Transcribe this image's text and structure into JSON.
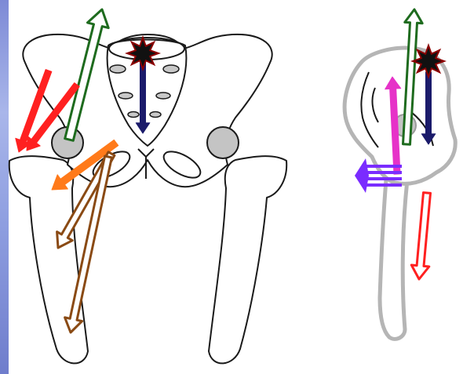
{
  "figure": {
    "colors": {
      "background": "#ffffff",
      "bone_outline": "#1a1a1a",
      "joint_fill": "#c4c4c4",
      "side_bone_outline": "#b5b5b5",
      "center_of_mass_star": "#8b0000",
      "edge_strip": "#8e9ee0"
    },
    "views": [
      {
        "id": "front",
        "description_icon": "pelvis-femur-front-view"
      },
      {
        "id": "side",
        "description_icon": "pelvis-femur-side-view"
      }
    ],
    "force_arrows": [
      {
        "id": "front-green-up",
        "color": "#1e6b1e",
        "style": "outline"
      },
      {
        "id": "front-navy-down",
        "color": "#1b1b6b",
        "style": "solid"
      },
      {
        "id": "front-red-1",
        "color": "#ff2020",
        "style": "solid"
      },
      {
        "id": "front-red-2",
        "color": "#ff2020",
        "style": "solid"
      },
      {
        "id": "front-orange",
        "color": "#ff7a1a",
        "style": "solid"
      },
      {
        "id": "front-brown-1",
        "color": "#8a4a14",
        "style": "outline"
      },
      {
        "id": "front-brown-2",
        "color": "#8a4a14",
        "style": "outline"
      },
      {
        "id": "side-green-up",
        "color": "#1e6b1e",
        "style": "outline"
      },
      {
        "id": "side-navy-down",
        "color": "#1b1b6b",
        "style": "solid"
      },
      {
        "id": "side-magenta-up",
        "color": "#e632c8",
        "style": "solid"
      },
      {
        "id": "side-violet-bundle",
        "color": "#7a2cff",
        "style": "solid"
      },
      {
        "id": "side-red-down",
        "color": "#ff2020",
        "style": "outline"
      }
    ]
  }
}
